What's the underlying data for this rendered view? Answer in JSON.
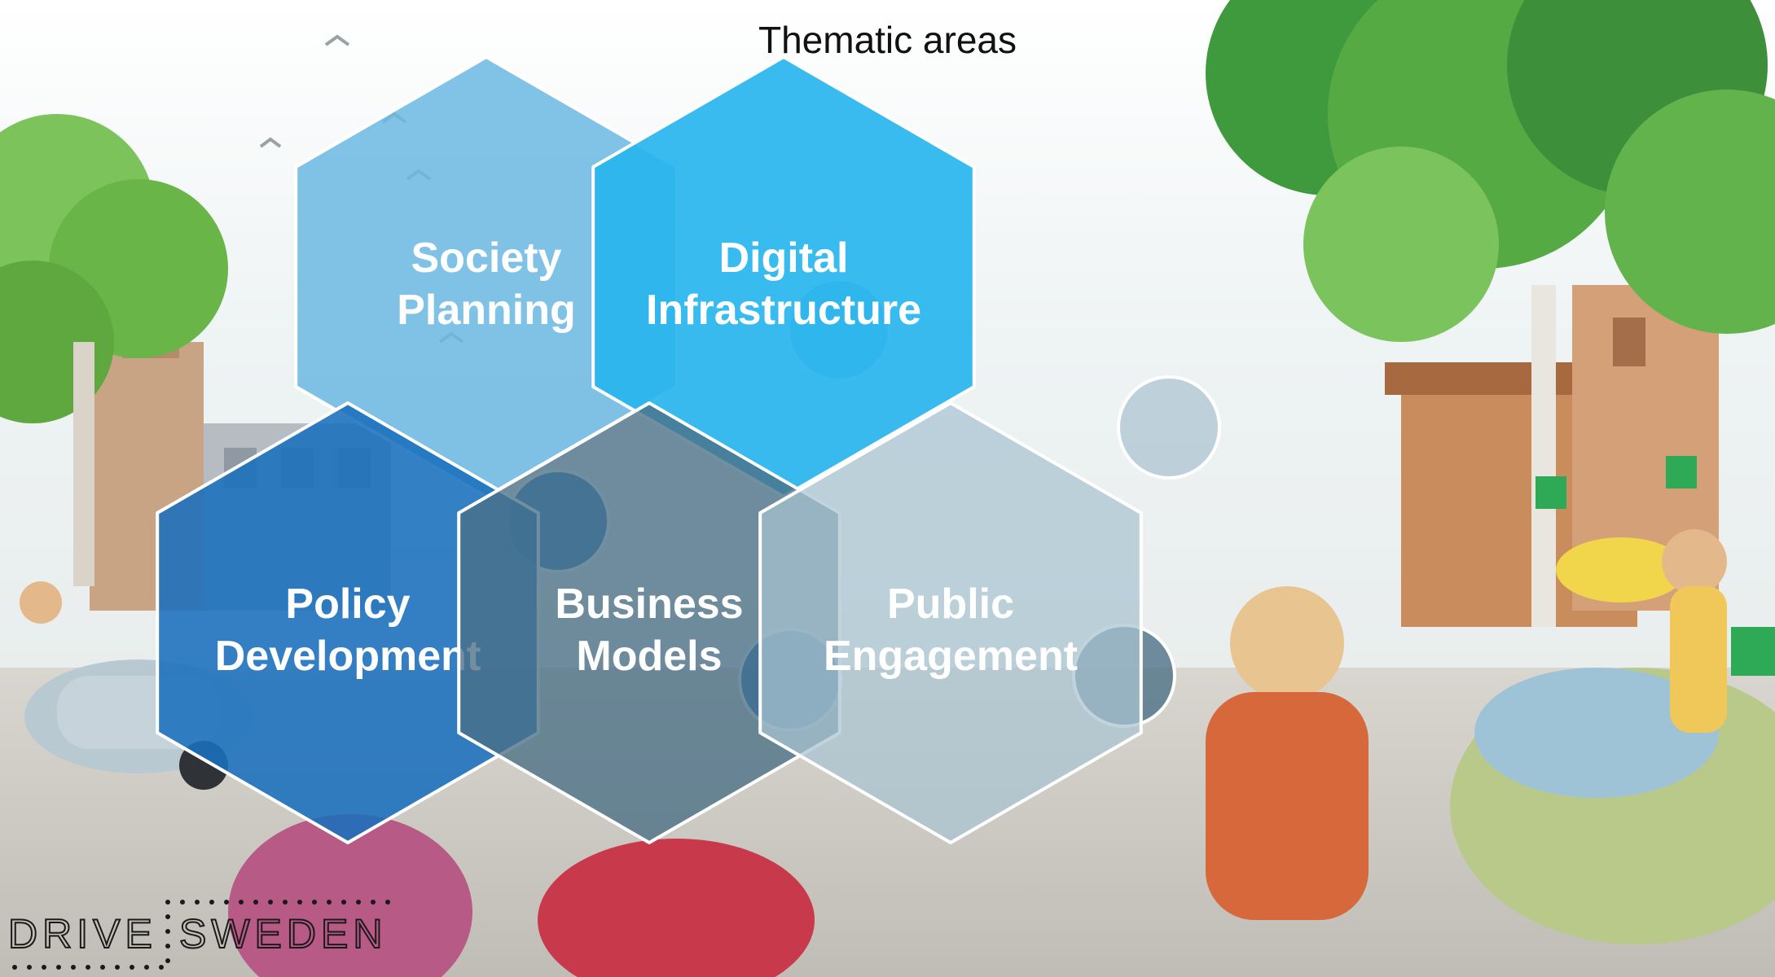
{
  "title": "Thematic areas",
  "pieces": [
    {
      "id": "society",
      "line1": "Society",
      "line2": "Planning",
      "color": "#6bb8e2"
    },
    {
      "id": "digital",
      "line1": "Digital",
      "line2": "Infrastructure",
      "color": "#28b5ee"
    },
    {
      "id": "policy",
      "line1": "Policy",
      "line2": "Development",
      "color": "#1a6fbd"
    },
    {
      "id": "business",
      "line1": "Business",
      "line2": "Models",
      "color": "#4a6f85"
    },
    {
      "id": "public",
      "line1": "Public",
      "line2": "Engagement",
      "color": "#a9c3d1"
    }
  ],
  "logo": {
    "left": "DRIVE",
    "right": "SWEDEN"
  }
}
